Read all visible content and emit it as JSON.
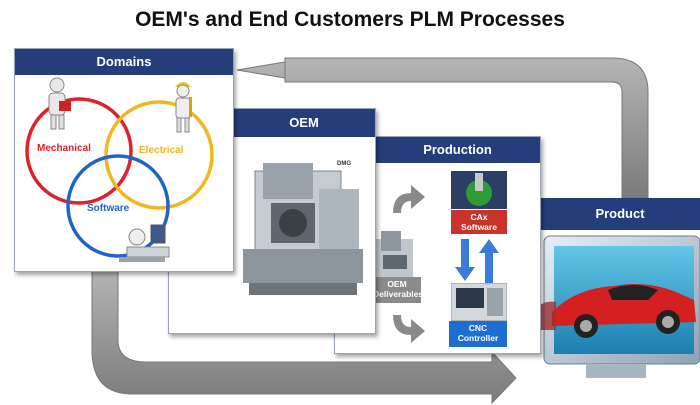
{
  "title": "OEM's and End Customers PLM Processes",
  "panels": {
    "domains": {
      "header": "Domains"
    },
    "oem": {
      "header": "OEM",
      "logo_text": "DMG"
    },
    "production": {
      "header": "Production"
    },
    "product": {
      "header": "Product"
    }
  },
  "domains": {
    "mechanical": "Mechanical",
    "electrical": "Electrical",
    "software": "Software"
  },
  "production": {
    "oem_deliverables": "OEM\nDeliverables",
    "cax_software": "CAx\nSoftware",
    "cnc_controller": "CNC\nController"
  },
  "colors": {
    "header_bg": "#253d7a",
    "mechanical": "#e0202a",
    "electrical": "#f0b81c",
    "software": "#1f64c8",
    "flow_arrow": "#8a8a8a",
    "cax_tag": "#c8342a",
    "cnc_tag": "#1c6fd0"
  }
}
